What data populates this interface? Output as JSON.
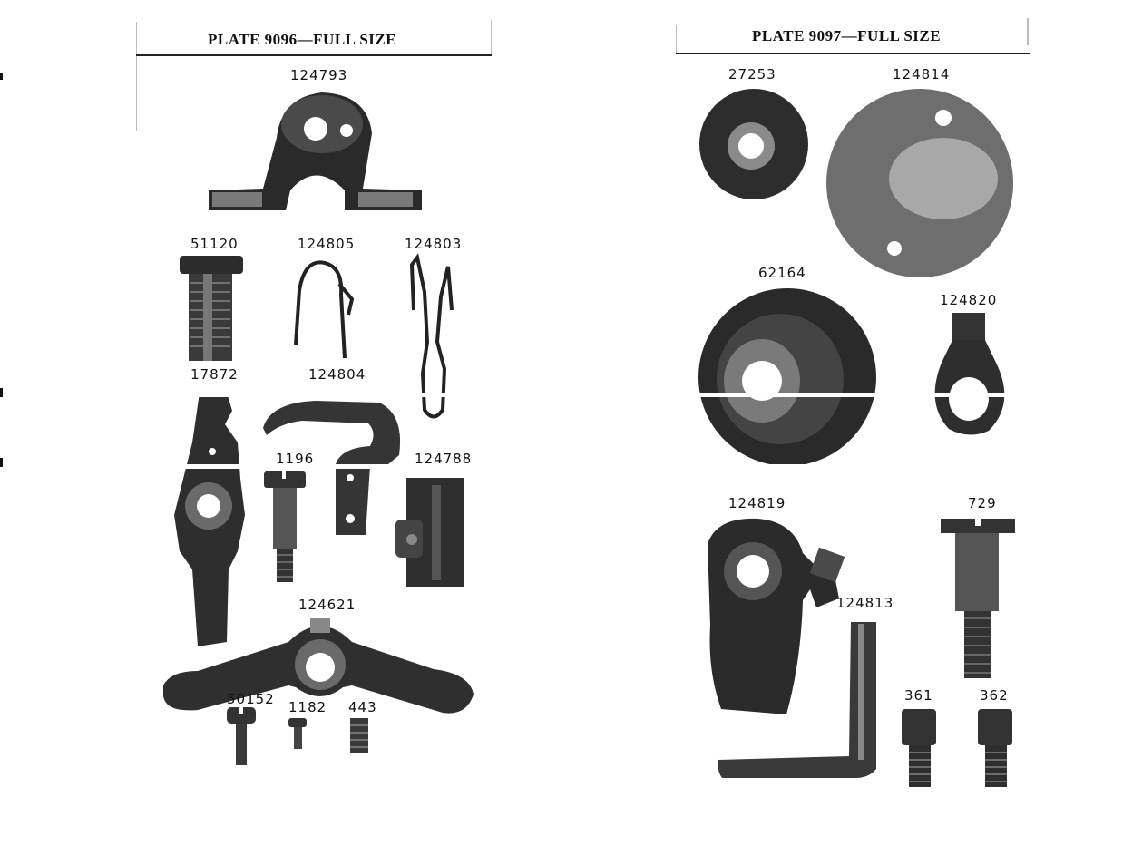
{
  "left_plate": {
    "title": "PLATE 9096—FULL SIZE",
    "parts": {
      "p124793": "124793",
      "p51120": "51120",
      "p124805": "124805",
      "p124803": "124803",
      "p17872": "17872",
      "p124804": "124804",
      "p1196": "1196",
      "p124788": "124788",
      "p124621": "124621",
      "p50152": "50152",
      "p1182": "1182",
      "p443": "443"
    }
  },
  "right_plate": {
    "title": "PLATE 9097—FULL SIZE",
    "parts": {
      "p27253": "27253",
      "p124814": "124814",
      "p62164": "62164",
      "p124820": "124820",
      "p124819": "124819",
      "p729": "729",
      "p124813": "124813",
      "p361": "361",
      "p362": "362"
    }
  },
  "colors": {
    "ink": "#111111",
    "metal_dark": "#2a2a2a",
    "metal_mid": "#6b6b6b",
    "metal_light": "#bdbdbd",
    "paper": "#ffffff"
  }
}
